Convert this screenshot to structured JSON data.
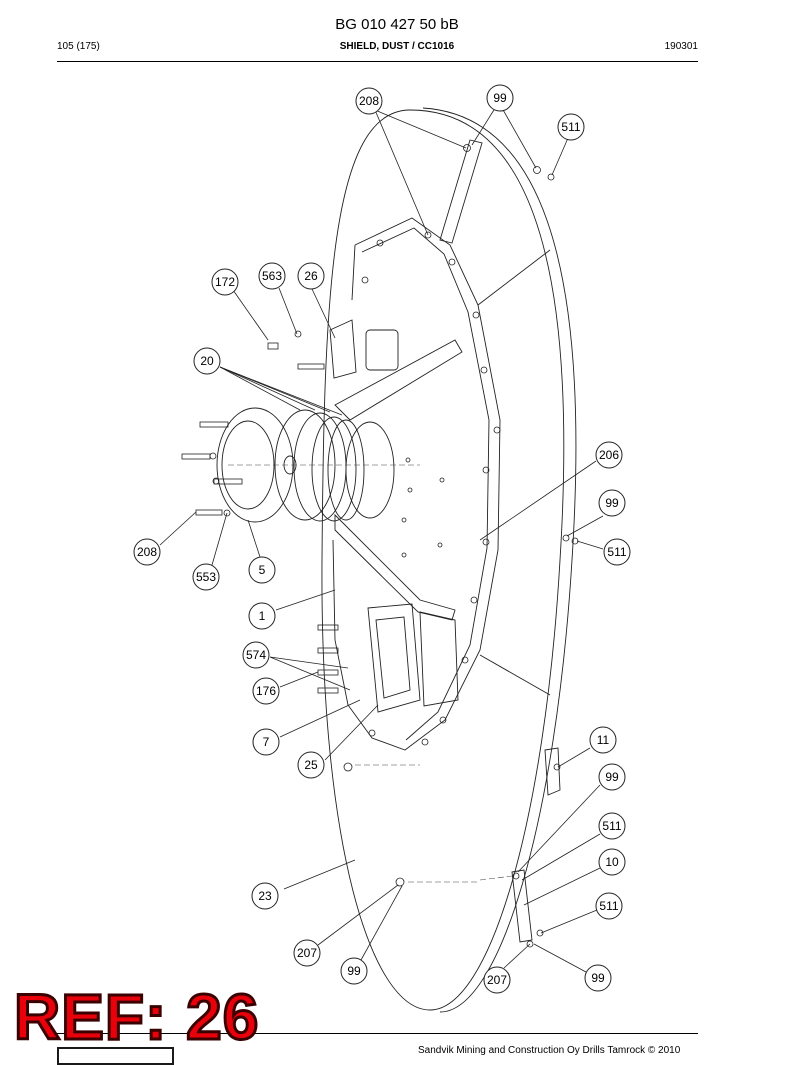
{
  "header": {
    "doc_number": "BG 010 427 50 bB",
    "page_info": "105 (175)",
    "section_title": "SHIELD, DUST / CC1016",
    "date_code": "190301"
  },
  "callouts": [
    "208",
    "99",
    "511",
    "563",
    "26",
    "172",
    "20",
    "206",
    "99",
    "511",
    "208",
    "553",
    "5",
    "1",
    "574",
    "176",
    "7",
    "25",
    "11",
    "99",
    "511",
    "10",
    "511",
    "23",
    "207",
    "99",
    "207",
    "99"
  ],
  "reference_stamp": "REF: 26",
  "footer": {
    "copyright": "Sandvik Mining and Construction Oy Drills Tamrock © 2010"
  }
}
